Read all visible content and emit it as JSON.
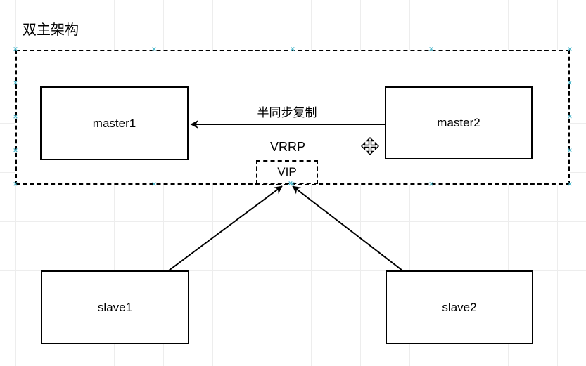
{
  "title": {
    "text": "双主架构"
  },
  "nodes": {
    "master1": {
      "label": "master1"
    },
    "master2": {
      "label": "master2"
    },
    "slave1": {
      "label": "slave1"
    },
    "slave2": {
      "label": "slave2"
    },
    "vip": {
      "label": "VIP"
    }
  },
  "labels": {
    "replication_edge": "半同步复制",
    "vrrp": "VRRP"
  },
  "edges": {
    "master2_to_master1": {
      "from": "master2",
      "to": "master1",
      "label": "半同步复制"
    },
    "slave1_to_vip": {
      "from": "slave1",
      "to": "vip"
    },
    "slave2_to_vip": {
      "from": "slave2",
      "to": "vip"
    }
  },
  "icons": {
    "connection_point": "×",
    "move_cursor": "move-cursor"
  },
  "colors": {
    "shape_stroke": "#000000",
    "shape_fill": "#ffffff",
    "grid_line": "#ededed",
    "connection_point": "#4fb8cc"
  }
}
